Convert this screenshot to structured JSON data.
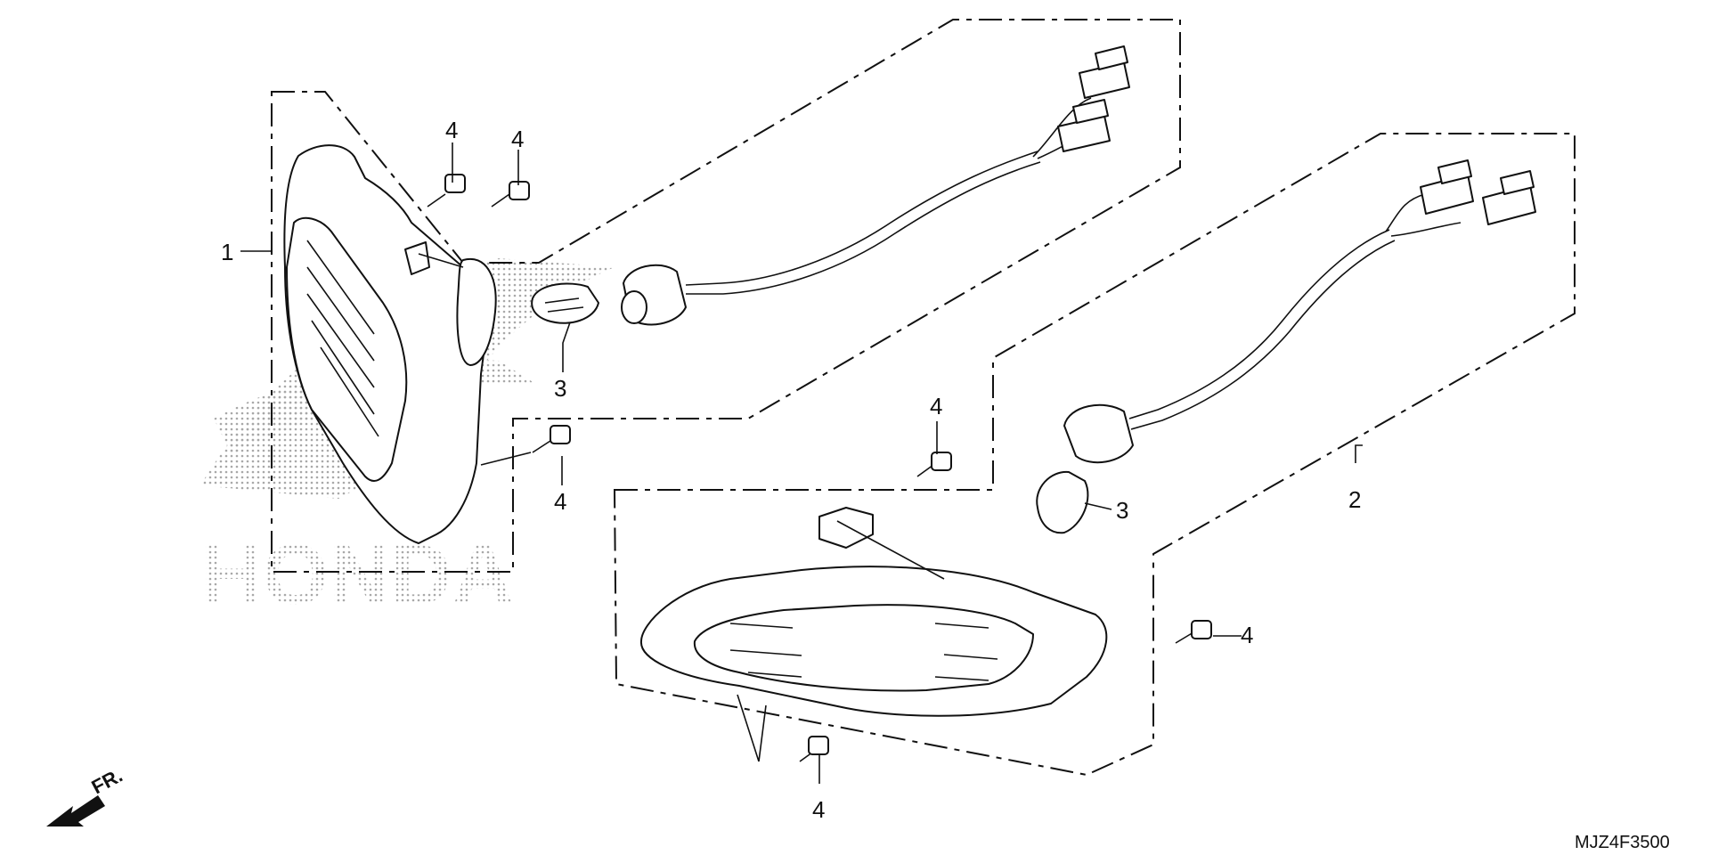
{
  "callouts": {
    "part1": "1",
    "part2": "2",
    "part3a": "3",
    "part3b": "3",
    "bolt4a": "4",
    "bolt4b": "4",
    "bolt4c": "4",
    "bolt4d": "4",
    "bolt4e": "4",
    "bolt4f": "4"
  },
  "direction_marker": "FR.",
  "diagram_code": "MJZ4F3500",
  "watermark": "HONDA",
  "icons": {
    "front_arrow": "front-direction-arrow-icon",
    "watermark_logo": "honda-wing-logo"
  }
}
